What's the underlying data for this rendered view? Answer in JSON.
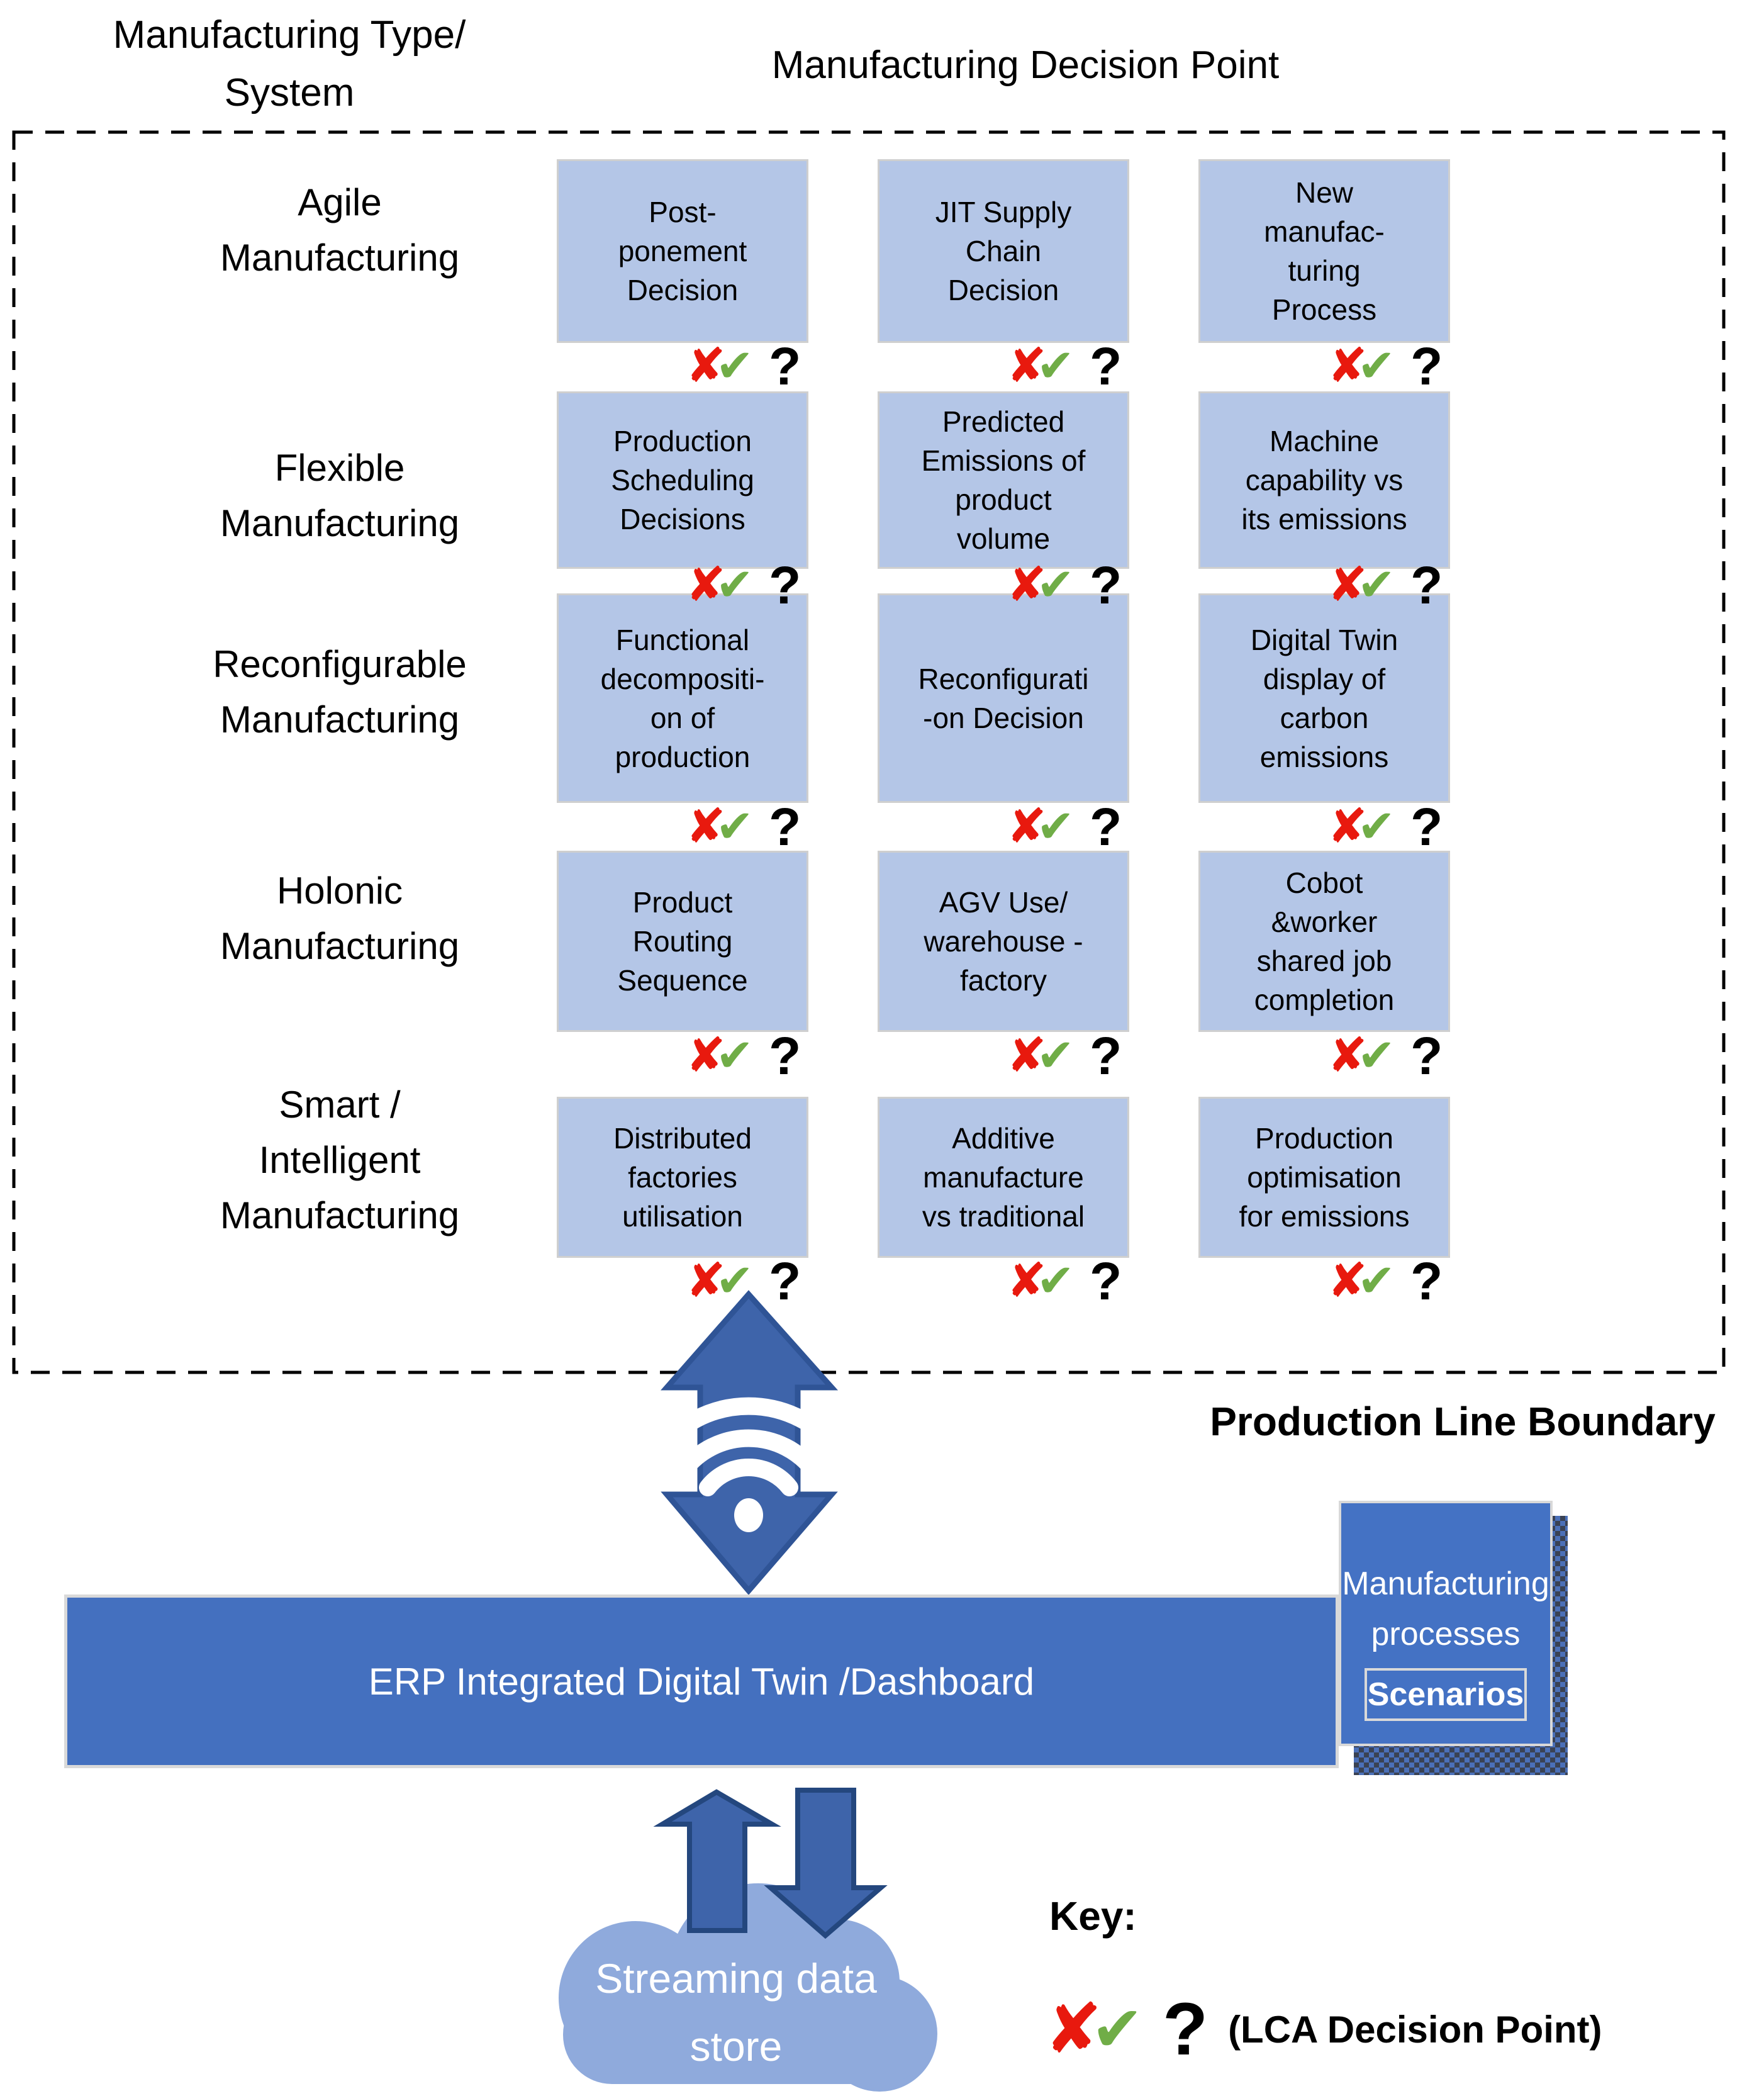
{
  "header": {
    "left_title": "Manufacturing Type/\nSystem",
    "center_title": "Manufacturing Decision Point"
  },
  "boundary_label": "Production Line Boundary",
  "grid": {
    "rows": [
      {
        "type": "Agile\nManufacturing",
        "cells": [
          "Post-\nponement\nDecision",
          "JIT Supply\nChain\nDecision",
          "New\nmanufac-\nturing\nProcess"
        ]
      },
      {
        "type": "Flexible\nManufacturing",
        "cells": [
          "Production\nScheduling\nDecisions",
          "Predicted\nEmissions of\nproduct\nvolume",
          "Machine\ncapability vs\nits emissions"
        ]
      },
      {
        "type": "Reconfigurable\nManufacturing",
        "cells": [
          "Functional\ndecompositi-\non of\nproduction",
          "Reconfigurati\n-on Decision",
          "Digital Twin\ndisplay of\ncarbon\nemissions"
        ]
      },
      {
        "type": "Holonic\nManufacturing",
        "cells": [
          "Product\nRouting\nSequence",
          "AGV Use/\nwarehouse -\nfactory",
          "Cobot\n&worker\nshared job\ncompletion"
        ]
      },
      {
        "type": "Smart /\nIntelligent\nManufacturing",
        "cells": [
          "Distributed\nfactories\nutilisation",
          "Additive\nmanufacture\nvs traditional",
          "Production\noptimisation\nfor emissions"
        ]
      }
    ]
  },
  "decision_icons": {
    "cross": "✘",
    "check": "✔",
    "question": "?"
  },
  "erp_banner": {
    "label": "ERP Integrated Digital Twin /Dashboard"
  },
  "processes_box": {
    "title": "Manufacturing\nprocesses",
    "button_label": "Scenarios"
  },
  "cloud": {
    "label": "Streaming data\nstore"
  },
  "key": {
    "title": "Key:",
    "cross": "✘",
    "check": "✔",
    "question": "?",
    "description": "(LCA Decision Point)"
  },
  "colors": {
    "box_fill": "#b4c6e7",
    "banner_blue": "#4470bf",
    "arrow_blue": "#3e64aa",
    "arrow_border": "#2f5496",
    "cloud_blue": "#8faadc",
    "cross_red": "#e8190e",
    "check_green": "#70ad47"
  }
}
